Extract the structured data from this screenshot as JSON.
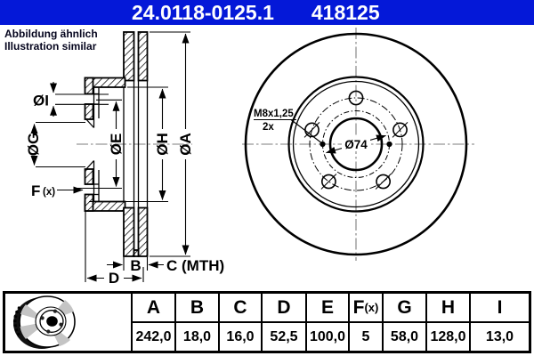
{
  "header": {
    "part_number": "24.0118-0125.1",
    "catalog_number": "418125"
  },
  "note": {
    "line1": "Abbildung ähnlich",
    "line2": "Illustration similar"
  },
  "drawing": {
    "section_labels": {
      "dia_i": "ØI",
      "dia_g": "ØG",
      "dia_e": "ØE",
      "dia_h": "ØH",
      "dia_a": "ØA",
      "f": "F",
      "f_suffix": "(x)",
      "b": "B",
      "c_mth": "C (MTH)",
      "d": "D"
    },
    "front_labels": {
      "thread": "M8x1,25",
      "thread_qty": "2x",
      "hub_bore": "Ø74"
    }
  },
  "table": {
    "columns": [
      "A",
      "B",
      "C",
      "D",
      "E",
      "F(x)",
      "G",
      "H",
      "I"
    ],
    "fx": {
      "big": "F",
      "small": "(x)"
    },
    "values": [
      "242,0",
      "18,0",
      "16,0",
      "52,5",
      "100,0",
      "5",
      "58,0",
      "128,0",
      "13,0"
    ]
  },
  "colors": {
    "header_bg": "#0418d8",
    "line": "#000000",
    "centerline": "#7d7d7d"
  }
}
